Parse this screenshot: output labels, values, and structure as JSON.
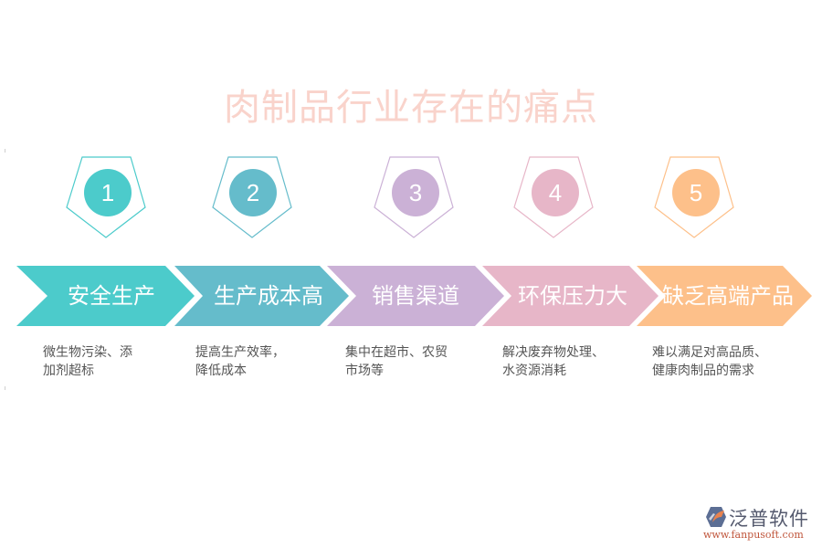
{
  "title": "肉制品行业存在的痛点",
  "colors": {
    "title": "#f9d3cb",
    "stage1": "#4ccbcb",
    "stage2": "#65bccb",
    "stage3": "#cbb1d6",
    "stage4": "#e7b6c8",
    "stage5": "#fdc08a",
    "description_text": "#555555"
  },
  "stages": [
    {
      "number": "1",
      "label": "安全生产",
      "description": [
        "微生物污染、添",
        "加剂超标"
      ],
      "color": "#4ccbcb"
    },
    {
      "number": "2",
      "label": "生产成本高",
      "description": [
        "提高生产效率，",
        "降低成本"
      ],
      "color": "#65bccb"
    },
    {
      "number": "3",
      "label": "销售渠道",
      "description": [
        "集中在超市、农贸",
        "市场等"
      ],
      "color": "#cbb1d6"
    },
    {
      "number": "4",
      "label": "环保压力大",
      "description": [
        "解决废弃物处理、",
        "水资源消耗"
      ],
      "color": "#e7b6c8"
    },
    {
      "number": "5",
      "label": "缺乏高端产品",
      "description": [
        "难以满足对高品质、",
        "健康肉制品的需求"
      ],
      "color": "#fdc08a"
    }
  ],
  "logo": {
    "brand": "泛普软件",
    "url": "www.fanpusoft.com"
  }
}
